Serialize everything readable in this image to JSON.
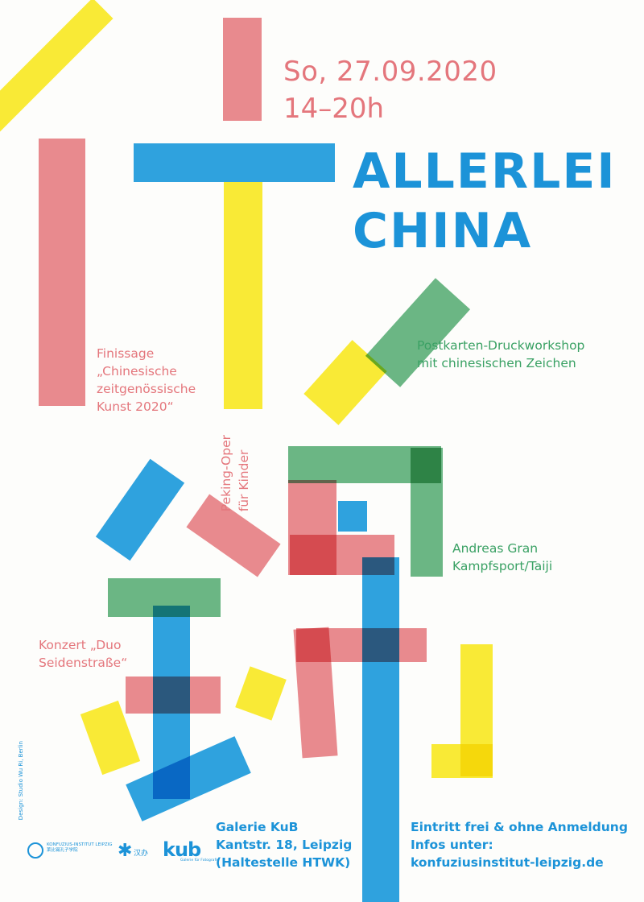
{
  "event": {
    "date": "So, 27.09.2020",
    "time": "14–20h",
    "title_line1": "ALLERLEI",
    "title_line2": "CHINA"
  },
  "program": {
    "finissage": [
      "Finissage",
      "„Chinesische",
      "zeitgenössische",
      "Kunst 2020“"
    ],
    "postkarten": [
      "Postkarten-Druckworkshop",
      "mit chinesischen Zeichen"
    ],
    "peking": [
      "Peking-Oper",
      "für Kinder"
    ],
    "andreas": [
      "Andreas Gran",
      "Kampfsport/Taiji"
    ],
    "konzert": [
      "Konzert „Duo",
      "Seidenstraße“"
    ]
  },
  "footer": {
    "venue": [
      "Galerie KuB",
      "Kantstr. 18, Leipzig",
      "(Haltestelle HTWK)"
    ],
    "info": [
      "Eintritt frei & ohne Anmeldung",
      "Infos unter:",
      "konfuziusinstitut-leipzig.de"
    ],
    "design_credit": "Design: Studio Wu Ri, Berlin"
  },
  "logos": {
    "konfuzius": [
      "KONFUZIUS-INSTITUT LEIPZIG",
      "莱比锡孔子学院"
    ],
    "hanban_text": "汉办",
    "kub": "kub",
    "kub_sub": "Galerie für Fotografie"
  },
  "colors": {
    "pink": "#e98186",
    "blue": "#1d9be0",
    "yellow": "#fbeb26",
    "green": "#5fb27c",
    "background": "#fdfdfb"
  }
}
